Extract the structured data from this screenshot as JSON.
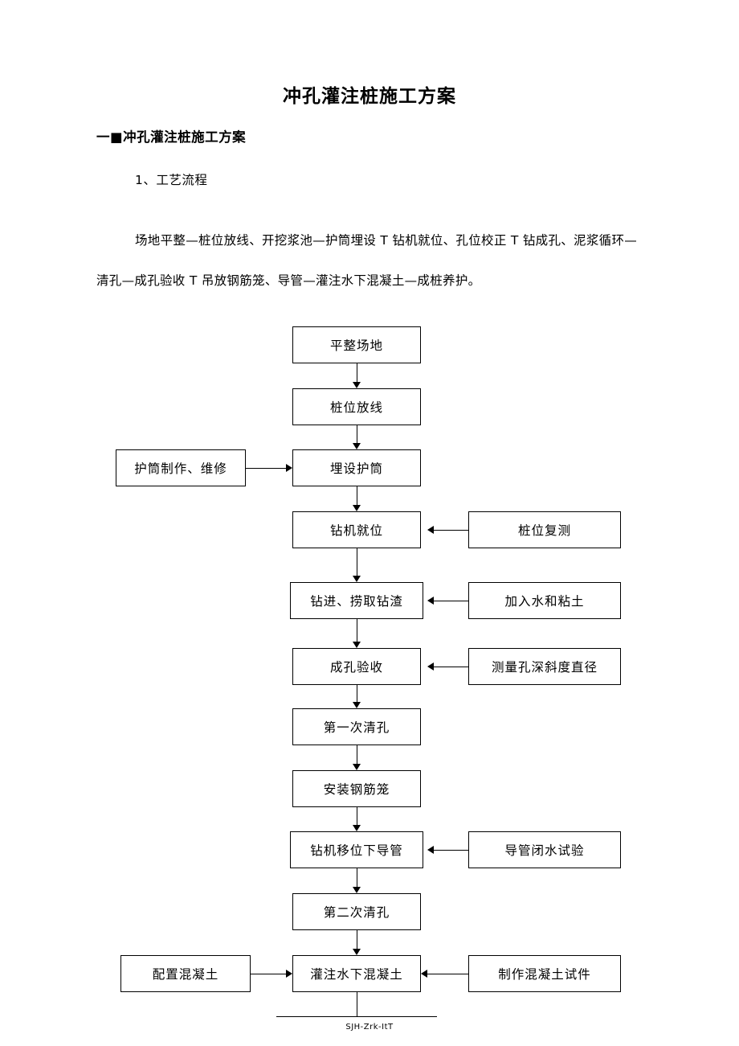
{
  "document": {
    "title": "冲孔灌注桩施工方案",
    "heading1": "一■冲孔灌注桩施工方案",
    "heading2": "1、工艺流程",
    "paragraph": "场地平整—桩位放线、开挖浆池—护筒埋设 T 钻机就位、孔位校正 T 钻成孔、泥浆循环—清孔—成孔验收 T 吊放钢筋笼、导管—灌注水下混凝土—成桩养护。",
    "footer_mark": "SJH-Zrk-ItT"
  },
  "flowchart": {
    "type": "flowchart",
    "main_nodes": [
      "平整场地",
      "桩位放线",
      "埋设护筒",
      "钻机就位",
      "钻进、捞取钻渣",
      "成孔验收",
      "第一次清孔",
      "安装钢筋笼",
      "钻机移位下导管",
      "第二次清孔",
      "灌注水下混凝土"
    ],
    "left_nodes": [
      "护筒制作、维修",
      "配置混凝土"
    ],
    "right_nodes": [
      "桩位复测",
      "加入水和粘土",
      "测量孔深斜度直径",
      "导管闭水试验",
      "制作混凝土试件"
    ]
  }
}
